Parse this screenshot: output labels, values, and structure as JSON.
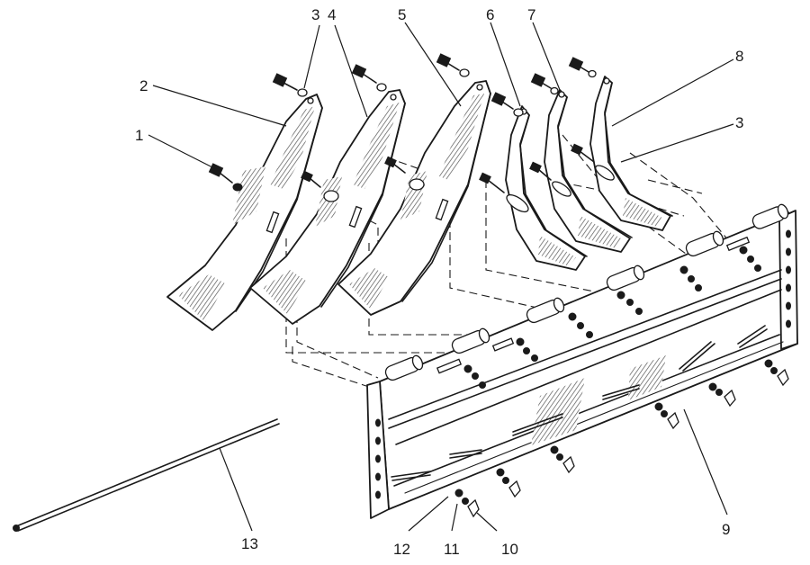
{
  "figure": {
    "callouts": [
      {
        "id": "c1",
        "text": "1"
      },
      {
        "id": "c2",
        "text": "2"
      },
      {
        "id": "c3a",
        "text": "3"
      },
      {
        "id": "c4",
        "text": "4"
      },
      {
        "id": "c5",
        "text": "5"
      },
      {
        "id": "c6",
        "text": "6"
      },
      {
        "id": "c7",
        "text": "7"
      },
      {
        "id": "c8",
        "text": "8"
      },
      {
        "id": "c3b",
        "text": "3"
      },
      {
        "id": "c9",
        "text": "9"
      },
      {
        "id": "c10",
        "text": "10"
      },
      {
        "id": "c11",
        "text": "11"
      },
      {
        "id": "c12",
        "text": "12"
      },
      {
        "id": "c13",
        "text": "13"
      }
    ]
  }
}
